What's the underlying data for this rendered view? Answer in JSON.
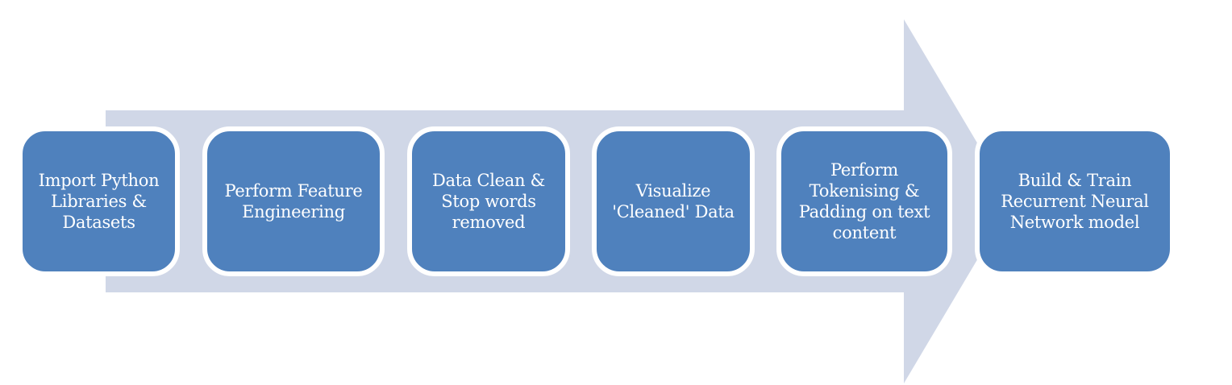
{
  "diagram": {
    "type": "process-arrow",
    "colors": {
      "arrow_fill": "#D0D7E7",
      "step_fill": "#4F81BD",
      "step_border": "#FFFFFF",
      "step_text": "#FFFFFF",
      "background": "#FFFFFF"
    },
    "steps": [
      {
        "label": "Import Python\nLibraries &\nDatasets"
      },
      {
        "label": "Perform Feature\nEngineering"
      },
      {
        "label": "Data Clean &\nStop words\nremoved"
      },
      {
        "label": "Visualize\n'Cleaned' Data"
      },
      {
        "label": "Perform\nTokenising &\nPadding on text\ncontent"
      },
      {
        "label": "Build & Train\nRecurrent Neural\nNetwork model"
      }
    ]
  }
}
